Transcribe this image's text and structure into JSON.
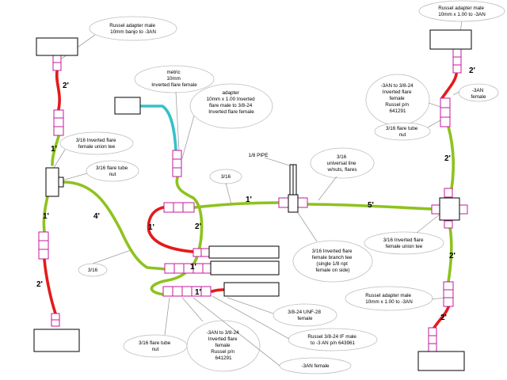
{
  "colors": {
    "hard_line": "#e31b1b",
    "soft_line": "#8ec21f",
    "metric_line": "#33c3c8",
    "fitting": "#c5199b",
    "callout_line": "#a0a0a0",
    "callout_border": "#bdbdbd"
  },
  "lengths": {
    "l_a": "2'",
    "l_b": "1'",
    "l_c": "1'",
    "l_d": "2'",
    "l_e": "4'",
    "l_f": "2'",
    "l_g": "1'",
    "l_h": "1'",
    "l_i": "1'",
    "l_j": "1'",
    "l_k": "5'",
    "l_l": "2'",
    "l_m": "2'",
    "l_n": "2'",
    "l_o": "2'"
  },
  "callouts": {
    "russel_top_left": [
      "Russel adapter male",
      "10mm banjo to -3AN"
    ],
    "russel_top_right": [
      "Russel adapter male",
      "10mm x 1.00 to -3AN"
    ],
    "metric_flare": [
      "metric",
      "10mm",
      "Inverted flare female"
    ],
    "adapter_mid": [
      "adapter",
      "10mm x 1.00 Inverted",
      "flare male to 3/8-24",
      "Inverted flare female"
    ],
    "union_tee_left": [
      "3/16 Inverted flare",
      "female union tee"
    ],
    "flare_nut_left": [
      "3/16 flare tube",
      "nut"
    ],
    "pipe_label": [
      "1/8 PIPE"
    ],
    "universal_line": [
      "3/16",
      "universal line",
      "w/nuts, flares"
    ],
    "size_316_mid": [
      "3/16"
    ],
    "size_316_left": [
      "3/16"
    ],
    "an_right_top": [
      "-3AN to 3/8-24",
      "Inverted flare",
      "female",
      "Russel p/n",
      "641291"
    ],
    "an_female_right": [
      "-3AN",
      "female"
    ],
    "flare_nut_right": [
      "3/16 flare tube",
      "nut"
    ],
    "branch_tee": [
      "3/16 Inverted flare",
      "female branch tee",
      "(single 1/8 npt",
      "female on side)"
    ],
    "union_tee_right": [
      "3/16 Inverted flare",
      "female union tee"
    ],
    "russel_bottom_right": [
      "Russel adapter male",
      "10mm x 1.00 to -3AN"
    ],
    "unf_label": [
      "3/8-24 UNF-28",
      "female"
    ],
    "russel_male": [
      "Russel 3/8-24 IF male",
      "to -3 AN p/n 643961"
    ],
    "an_female_bottom": [
      "-3AN female"
    ],
    "flare_nut_bottom": [
      "3/16 flare tube",
      "nut"
    ],
    "an_bottom": [
      "-3AN to 3/8-24",
      "Inverted flare",
      "female",
      "Russel p/n",
      "641291"
    ]
  }
}
